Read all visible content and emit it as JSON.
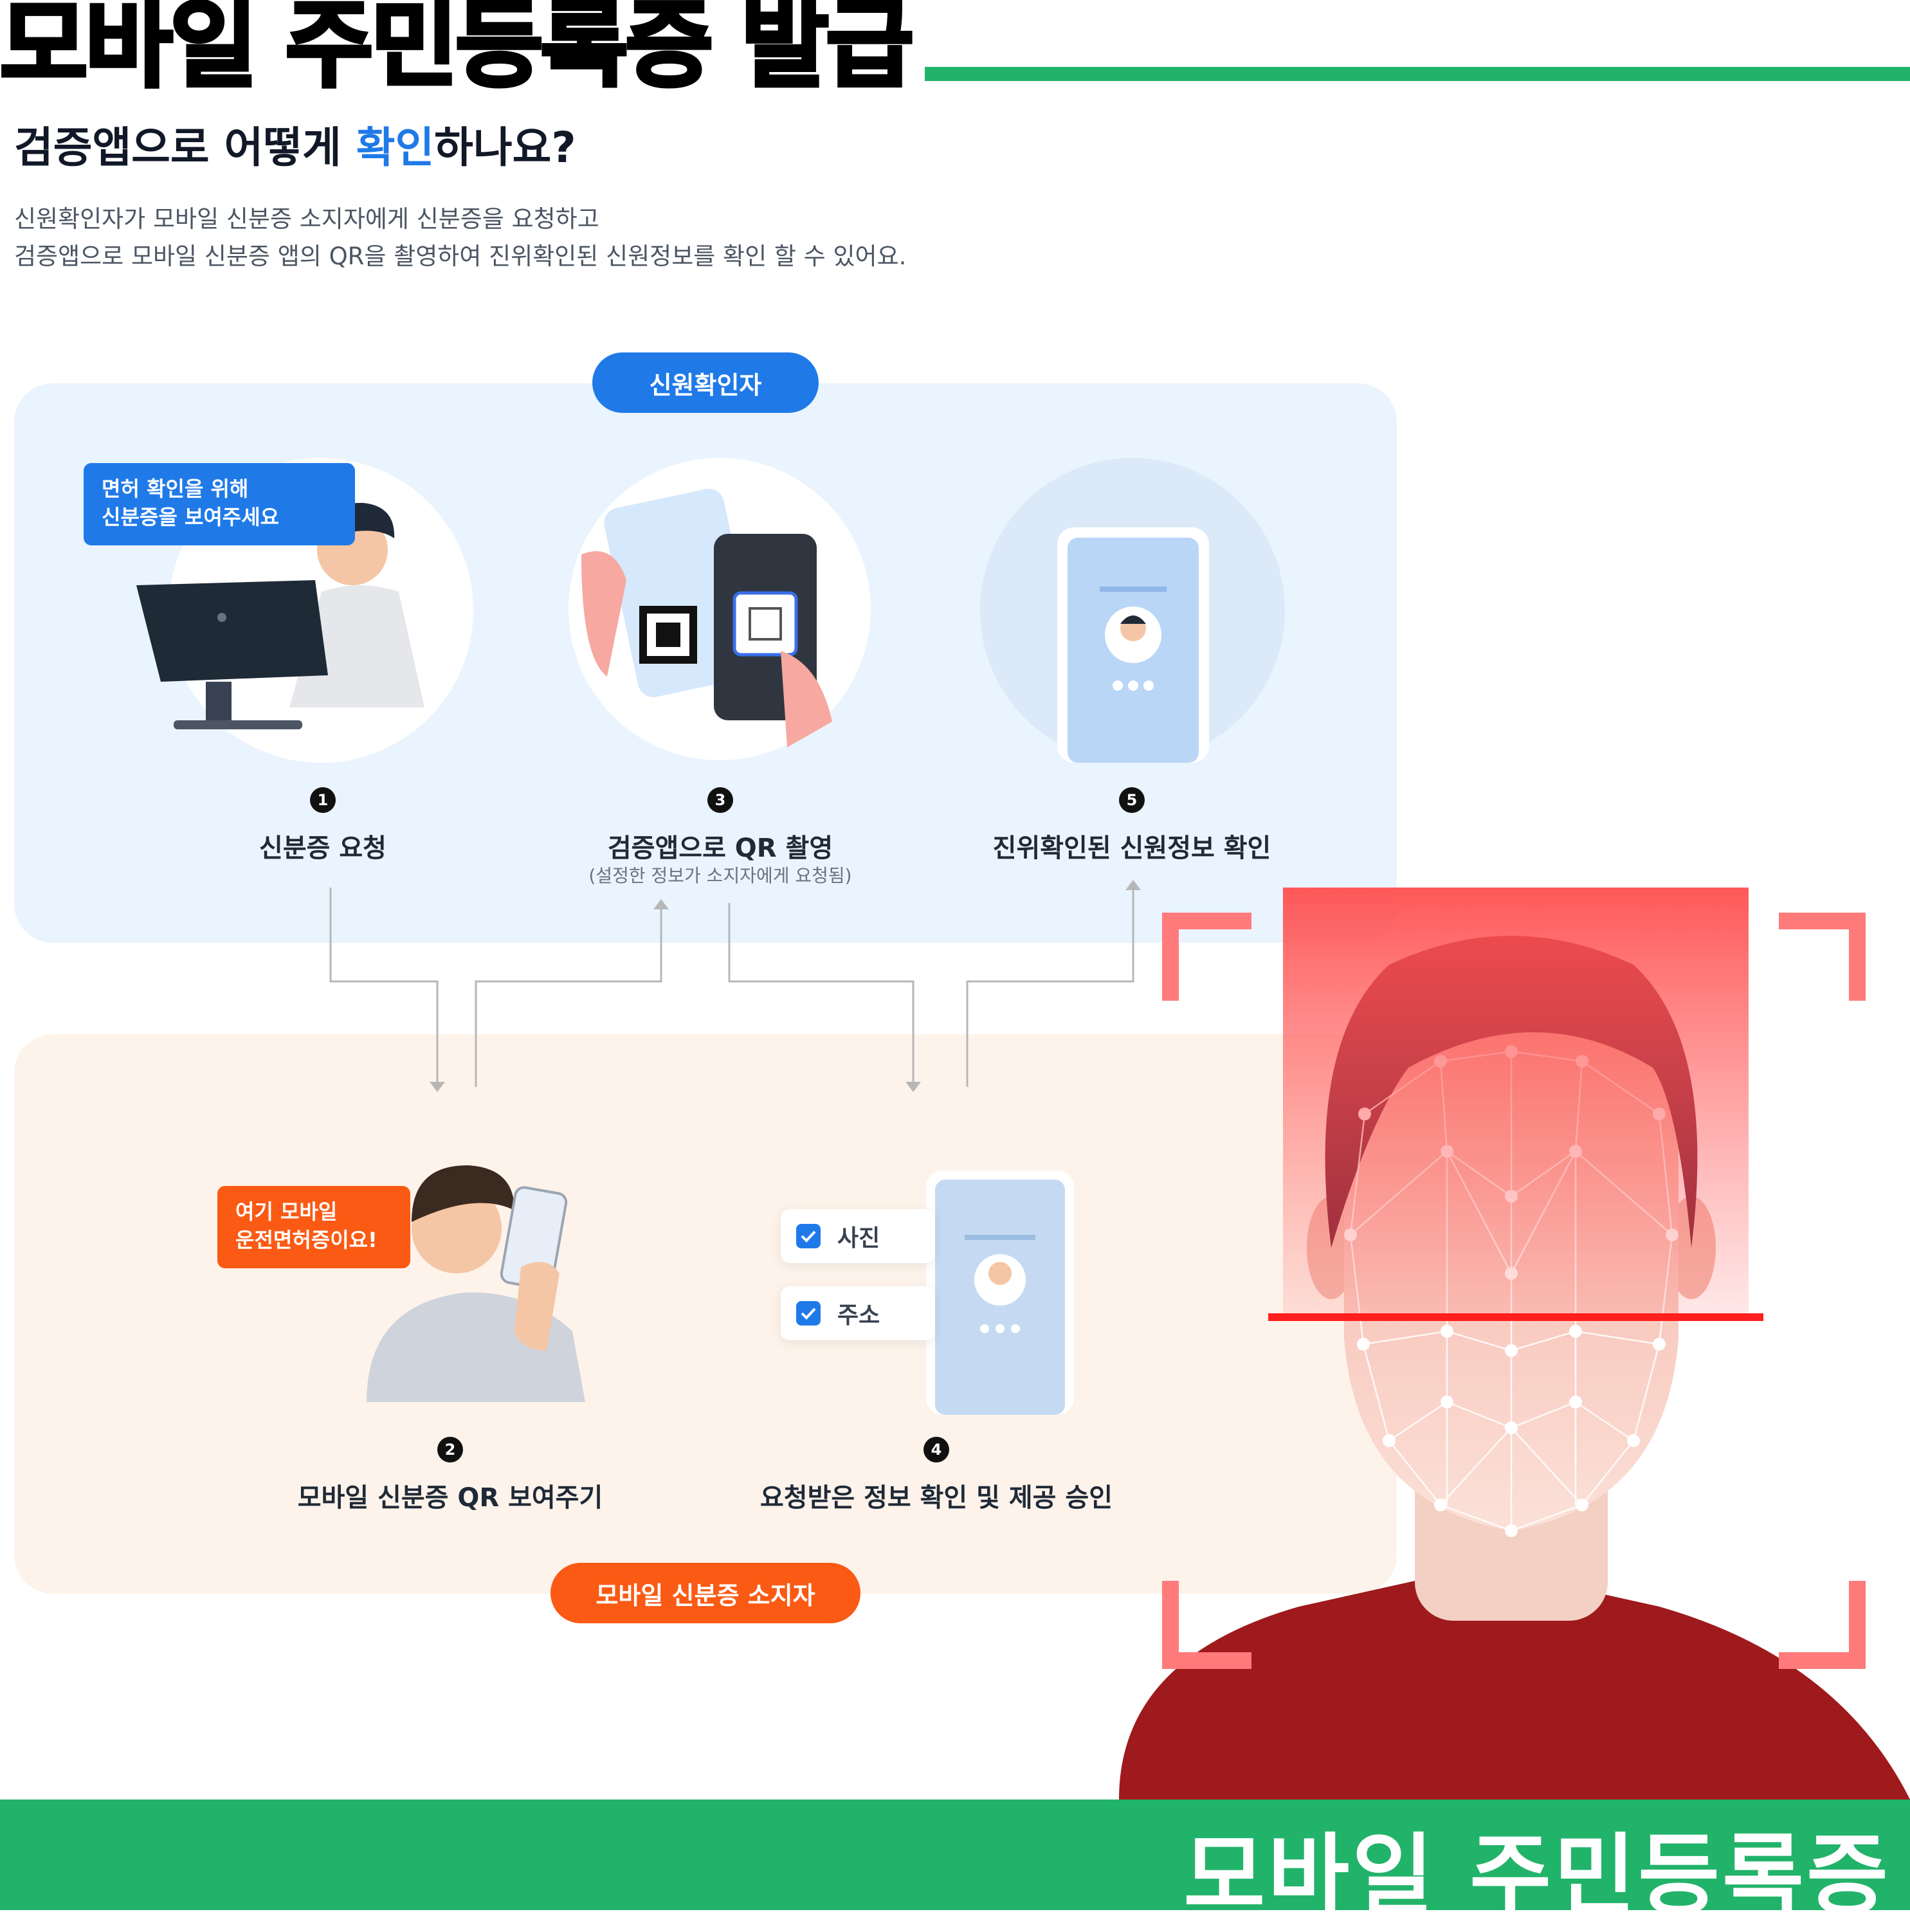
{
  "header": {
    "title": "모바일 주민등록증 발급",
    "accent_color": "#22b36a"
  },
  "section": {
    "title_pre": "검증앱으로 어떻게 ",
    "title_highlight": "확인",
    "title_post": "하나요?",
    "desc_line1": "신원확인자가 모바일 신분증 소지자에게 신분증을 요청하고",
    "desc_line2": "검증앱으로 모바일 신분증 앱의 QR을 촬영하여 진위확인된 신원정보를 확인 할 수 있어요."
  },
  "verifier_label": "신원확인자",
  "holder_label": "모바일 신분증 소지자",
  "bubbles": {
    "verifier_line1": "면허 확인을 위해",
    "verifier_line2": "신분증을 보여주세요",
    "holder_line1": "여기 모바일",
    "holder_line2": "운전면허증이요!"
  },
  "steps": [
    {
      "num": "1",
      "label": "신분증 요청"
    },
    {
      "num": "2",
      "label": "모바일 신분증 QR 보여주기"
    },
    {
      "num": "3",
      "label": "검증앱으로 QR 촬영",
      "sub": "(설정한 정보가 소지자에게 요청됨)"
    },
    {
      "num": "4",
      "label": "요청받은 정보 확인 및 제공 승인"
    },
    {
      "num": "5",
      "label": "진위확인된 신원정보 확인"
    }
  ],
  "checks": [
    "사진",
    "주소"
  ],
  "footer": {
    "title": "모바일 주민등록증"
  },
  "colors": {
    "blue": "#1f7ae8",
    "orange": "#fa5a14",
    "green": "#22b36a",
    "face_red": "#9e1a1c",
    "scan_red": "#ff5a5a"
  }
}
